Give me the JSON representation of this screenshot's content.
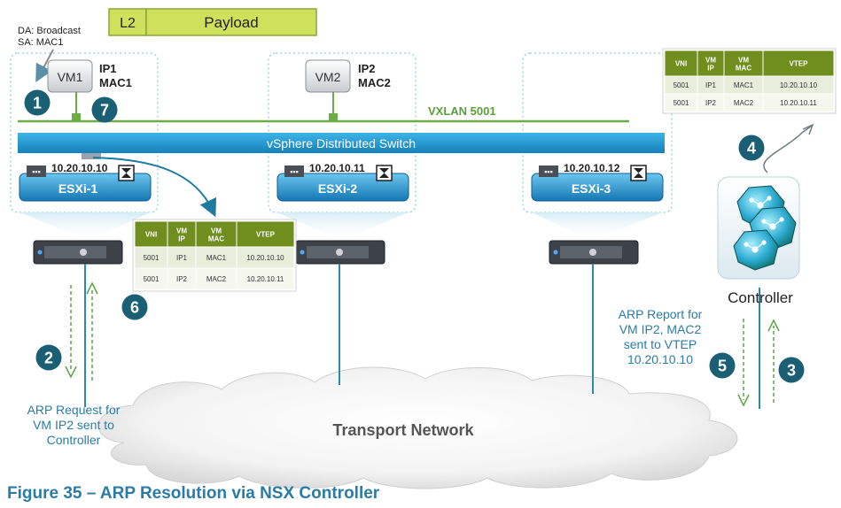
{
  "frame": {
    "l2": "L2",
    "payload": "Payload",
    "da": "DA: Broadcast",
    "sa": "SA: MAC1"
  },
  "vms": [
    {
      "name": "VM1",
      "ip": "IP1",
      "mac": "MAC1"
    },
    {
      "name": "VM2",
      "ip": "IP2",
      "mac": "MAC2"
    }
  ],
  "vxlan_label": "VXLAN 5001",
  "vds_label": "vSphere Distributed Switch",
  "hosts": [
    {
      "name": "ESXi-1",
      "vtep": "10.20.10.10"
    },
    {
      "name": "ESXi-2",
      "vtep": "10.20.10.11"
    },
    {
      "name": "ESXi-3",
      "vtep": "10.20.10.12"
    }
  ],
  "tables": {
    "headers": [
      "VNI",
      "VM IP",
      "VM MAC",
      "VTEP"
    ],
    "rows": [
      [
        "5001",
        "IP1",
        "MAC1",
        "10.20.10.10"
      ],
      [
        "5001",
        "IP2",
        "MAC2",
        "10.20.10.11"
      ]
    ]
  },
  "controller_label": "Controller",
  "transport_label": "Transport Network",
  "arp_request": [
    "ARP Request for",
    "VM IP2 sent to",
    "Controller"
  ],
  "arp_report": [
    "ARP Report for",
    "VM IP2, MAC2",
    "sent to VTEP",
    "10.20.10.10"
  ],
  "steps": [
    "1",
    "2",
    "3",
    "4",
    "5",
    "6",
    "7"
  ],
  "caption": "Figure 35 – ARP Resolution via NSX Controller",
  "colors": {
    "teal": "#1b5f74",
    "green": "#6aad44",
    "payload": "#cfe05c",
    "vds": "#1b94c8",
    "caption": "#2a7ca6",
    "arrow": "#4a8fa8"
  },
  "icons": [
    "server-icon",
    "controller-icon",
    "cloud-icon",
    "kernel-module-icon"
  ]
}
